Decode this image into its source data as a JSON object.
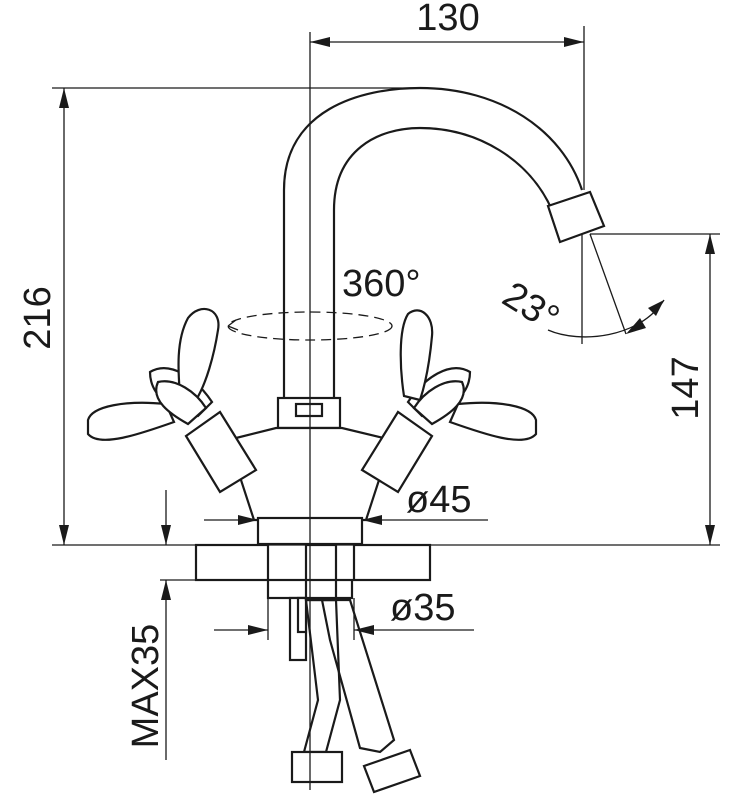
{
  "dimensions": {
    "spout_reach": "130",
    "total_height": "216",
    "spout_height": "147",
    "rotation": "360°",
    "spout_angle": "23°",
    "base_diameter": "ø45",
    "hole_diameter": "ø35",
    "max_deck_thickness": "MAX35"
  },
  "colors": {
    "line": "#1a1a1a",
    "background": "#ffffff"
  }
}
